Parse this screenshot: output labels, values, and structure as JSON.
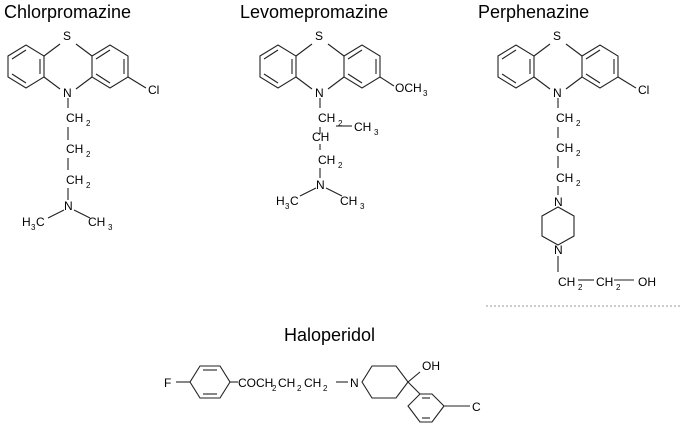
{
  "compounds": {
    "chlorpromazine": {
      "name": "Chlorpromazine",
      "atoms": {
        "s": "S",
        "n": "N",
        "cl": "Cl",
        "amine_n": "N",
        "ch2_1": "CH",
        "ch2_2": "CH",
        "ch2_3": "CH",
        "methyl_l": "H",
        "methyl_r": "CH"
      },
      "subscripts": {
        "two": "2",
        "three": "3"
      },
      "methyl_l_c": "C"
    },
    "levomepromazine": {
      "name": "Levomepromazine",
      "atoms": {
        "s": "S",
        "n": "N",
        "och3": "OCH",
        "ch2_1": "CH",
        "ch": "CH",
        "ch3": "CH",
        "ch2_2": "CH",
        "amine_n": "N",
        "methyl_l": "H",
        "methyl_r": "CH"
      },
      "subscripts": {
        "two": "2",
        "three": "3"
      },
      "methyl_l_c": "C"
    },
    "perphenazine": {
      "name": "Perphenazine",
      "atoms": {
        "s": "S",
        "n": "N",
        "cl": "Cl",
        "ch2_1": "CH",
        "ch2_2": "CH",
        "ch2_3": "CH",
        "pip_n1": "N",
        "pip_n2": "N",
        "ch2_4": "CH",
        "ch2_5": "CH",
        "oh": "OH"
      },
      "subscripts": {
        "two": "2"
      }
    },
    "haloperidol": {
      "name": "Haloperidol",
      "atoms": {
        "f": "F",
        "chain": "COCH",
        "chain2": "CH",
        "chain3": "CH",
        "n": "N",
        "oh": "OH",
        "c": "C"
      },
      "subscripts": {
        "two": "2"
      }
    }
  }
}
